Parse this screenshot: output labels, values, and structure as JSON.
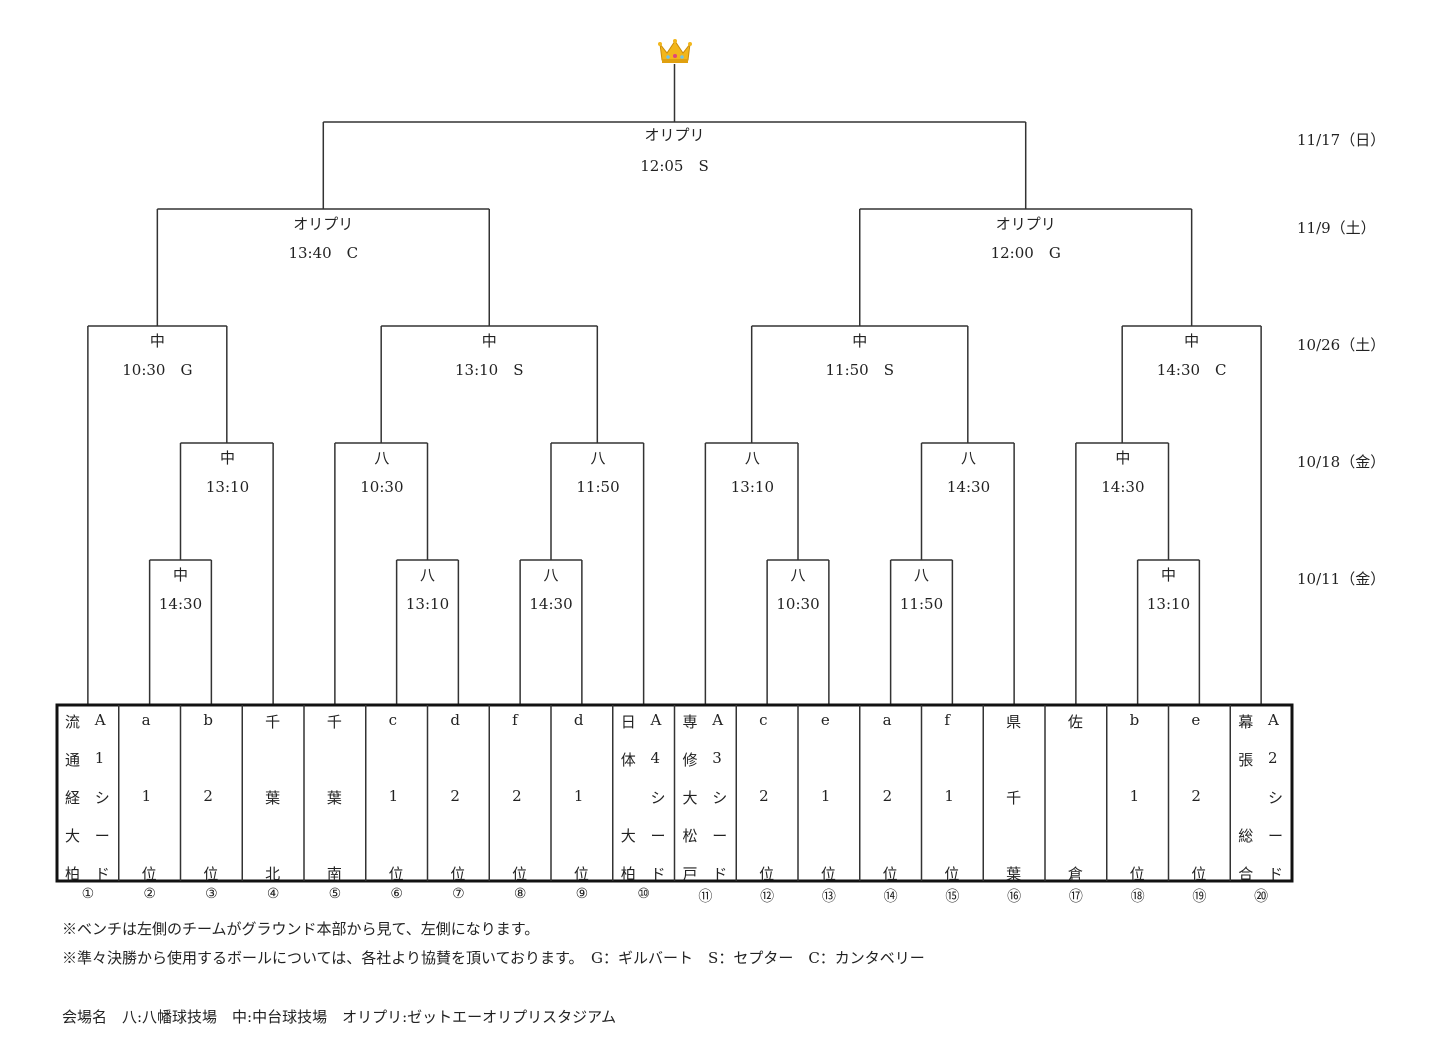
{
  "icons": {
    "crown": "crown-icon"
  },
  "dates": [
    "11/17（日）",
    "11/9（土）",
    "10/26（土）",
    "10/18（金）",
    "10/11（金）"
  ],
  "matches": [
    {
      "id": "final",
      "v": "オリプリ",
      "t": "12:05　S"
    },
    {
      "id": "semi-left",
      "v": "オリプリ",
      "t": "13:40　C"
    },
    {
      "id": "semi-right",
      "v": "オリプリ",
      "t": "12:00　G"
    },
    {
      "id": "qf-1",
      "v": "中",
      "t": "10:30　G"
    },
    {
      "id": "qf-2",
      "v": "中",
      "t": "13:10　S"
    },
    {
      "id": "qf-3",
      "v": "中",
      "t": "11:50　S"
    },
    {
      "id": "qf-4",
      "v": "中",
      "t": "14:30　C"
    },
    {
      "id": "r2-1",
      "v": "中",
      "t": "13:10"
    },
    {
      "id": "r2-2",
      "v": "八",
      "t": "10:30"
    },
    {
      "id": "r2-3",
      "v": "八",
      "t": "11:50"
    },
    {
      "id": "r2-4",
      "v": "八",
      "t": "13:10"
    },
    {
      "id": "r2-5",
      "v": "八",
      "t": "14:30"
    },
    {
      "id": "r2-6",
      "v": "中",
      "t": "14:30"
    },
    {
      "id": "r1-1",
      "v": "中",
      "t": "14:30"
    },
    {
      "id": "r1-2",
      "v": "八",
      "t": "13:10"
    },
    {
      "id": "r1-3",
      "v": "八",
      "t": "14:30"
    },
    {
      "id": "r1-4",
      "v": "八",
      "t": "10:30"
    },
    {
      "id": "r1-5",
      "v": "八",
      "t": "11:50"
    },
    {
      "id": "r1-6",
      "v": "中",
      "t": "13:10"
    }
  ],
  "teams": [
    {
      "num": "①",
      "main": "流通経大柏",
      "seed": "A1シード"
    },
    {
      "num": "②",
      "main": "a1位"
    },
    {
      "num": "③",
      "main": "b2位"
    },
    {
      "num": "④",
      "main": "千葉北"
    },
    {
      "num": "⑤",
      "main": "千葉南"
    },
    {
      "num": "⑥",
      "main": "c1位"
    },
    {
      "num": "⑦",
      "main": "d2位"
    },
    {
      "num": "⑧",
      "main": "f2位"
    },
    {
      "num": "⑨",
      "main": "d1位"
    },
    {
      "num": "⑩",
      "main": "日体大柏",
      "seed": "A4シード"
    },
    {
      "num": "⑪",
      "main": "専修大松戸",
      "seed": "A3シード"
    },
    {
      "num": "⑫",
      "main": "c2位"
    },
    {
      "num": "⑬",
      "main": "e1位"
    },
    {
      "num": "⑭",
      "main": "a2位"
    },
    {
      "num": "⑮",
      "main": "f1位"
    },
    {
      "num": "⑯",
      "main": "県千葉"
    },
    {
      "num": "⑰",
      "main": "佐倉"
    },
    {
      "num": "⑱",
      "main": "b1位"
    },
    {
      "num": "⑲",
      "main": "e2位"
    },
    {
      "num": "⑳",
      "main": "幕張総合",
      "seed": "A2シード"
    }
  ],
  "notes": {
    "bench": "※ベンチは左側のチームがグラウンド本部から見て、左側になります。",
    "ball": "※準々決勝から使用するボールについては、各社より協賛を頂いております。　G：ギルバート　S：セプター　C：カンタベリー",
    "venue": "会場名　八:八幡球技場　中:中台球技場　オリプリ:ゼットエーオリプリスタジアム"
  }
}
